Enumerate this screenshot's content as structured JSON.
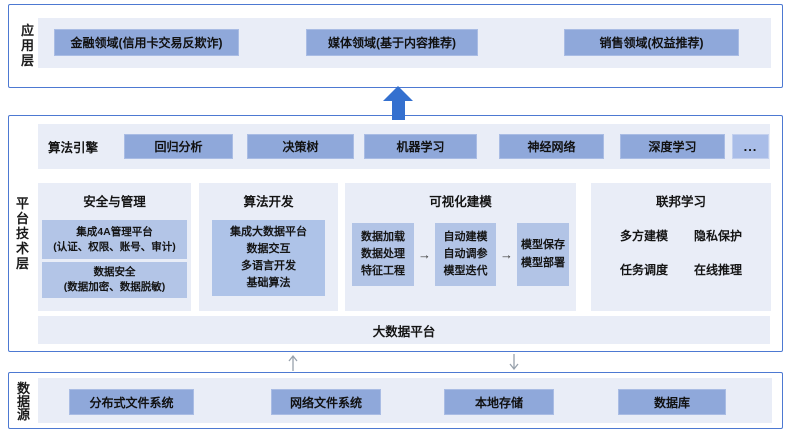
{
  "colors": {
    "layer_border": "#4d79d2",
    "light_panel": "#e9edf7",
    "medium_box": "#8fa8da",
    "sub_box": "#b3c5e7",
    "big_arrow": "#3470cf"
  },
  "app_layer": {
    "label": "应用层",
    "boxes": [
      "金融领域(信用卡交易反欺诈)",
      "媒体领域(基于内容推荐)",
      "销售领域(权益推荐)"
    ]
  },
  "platform_layer": {
    "label": "平台技术层",
    "engine_row": {
      "label": "算法引擎",
      "items": [
        "回归分析",
        "决策树",
        "机器学习",
        "神经网络",
        "深度学习",
        "..."
      ]
    },
    "panels": [
      {
        "title": "安全与管理",
        "boxes": [
          {
            "lines": [
              "集成4A管理平台",
              "(认证、权限、账号、审计)"
            ]
          },
          {
            "lines": [
              "数据安全",
              "(数据加密、数据脱敏)"
            ]
          }
        ]
      },
      {
        "title": "算法开发",
        "box_lines": [
          "集成大数据平台",
          "数据交互",
          "多语言开发",
          "基础算法"
        ]
      },
      {
        "title": "可视化建模",
        "arrow_glyph": "→",
        "flow_boxes": [
          {
            "lines": [
              "数据加载",
              "数据处理",
              "特征工程"
            ]
          },
          {
            "lines": [
              "自动建模",
              "自动调参",
              "模型迭代"
            ]
          },
          {
            "lines": [
              "模型保存",
              "模型部署"
            ]
          }
        ]
      },
      {
        "title": "联邦学习",
        "items": [
          "多方建模",
          "隐私保护",
          "任务调度",
          "在线推理"
        ]
      }
    ],
    "platform_bar": "大数据平台"
  },
  "data_layer": {
    "label": "数据源",
    "boxes": [
      "分布式文件系统",
      "网络文件系统",
      "本地存储",
      "数据库"
    ]
  }
}
